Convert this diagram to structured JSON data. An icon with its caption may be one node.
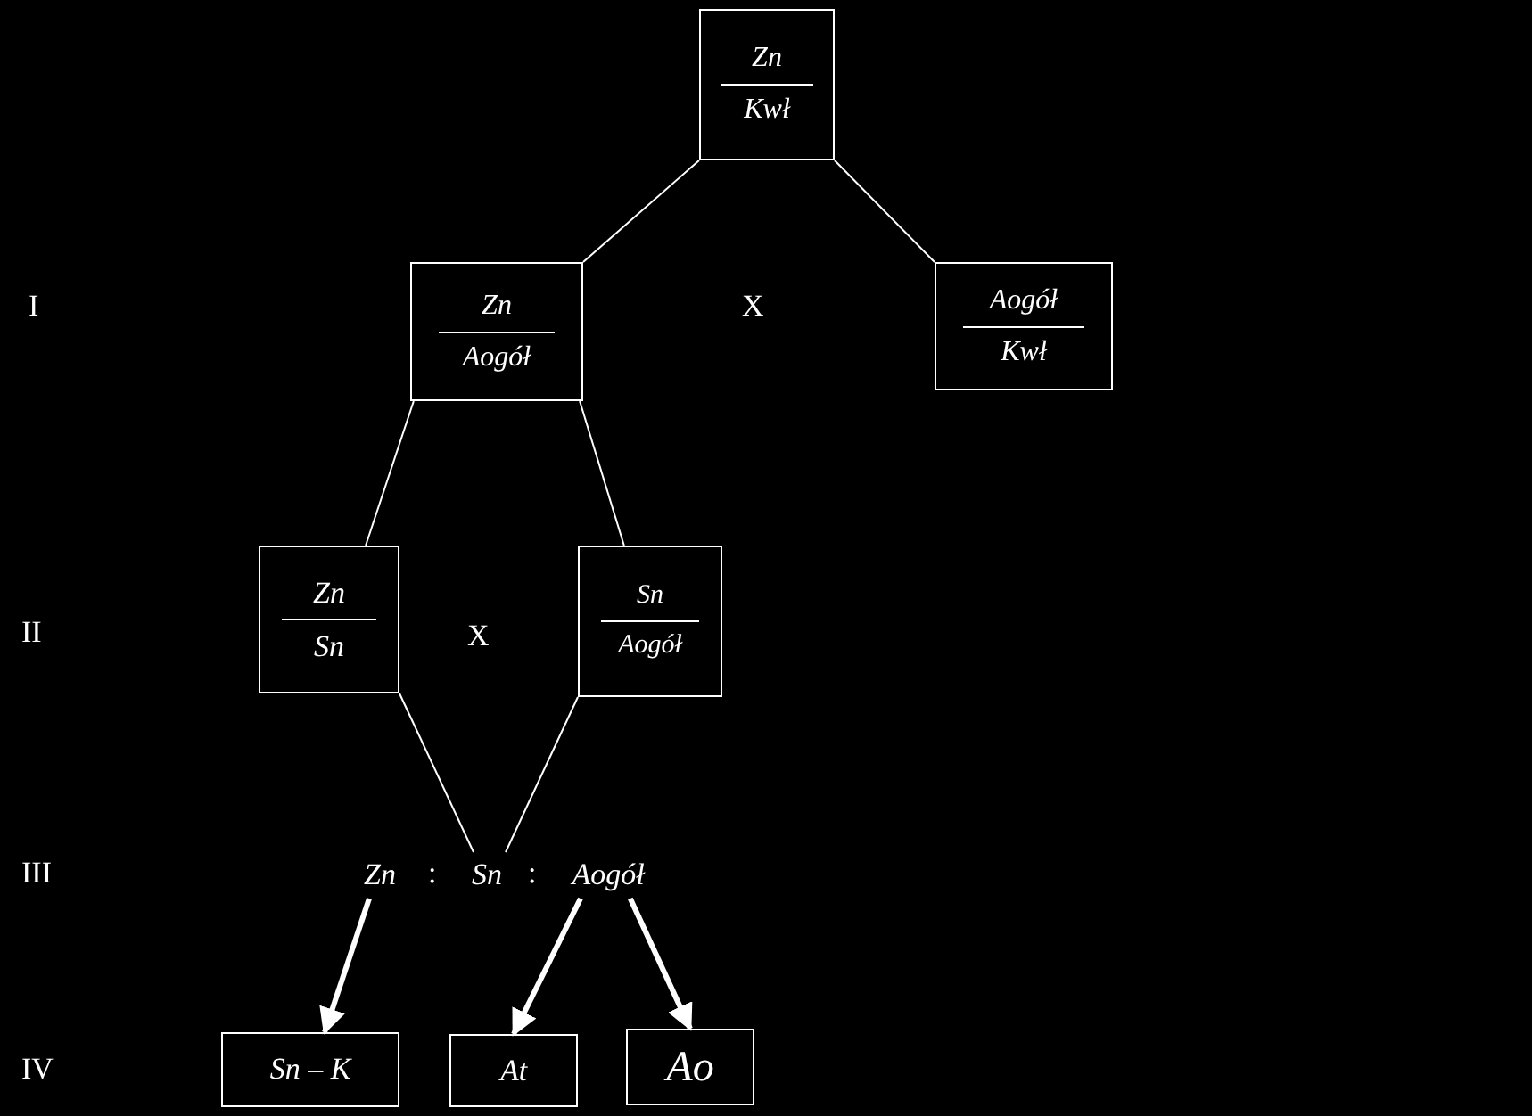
{
  "diagram": {
    "nodes": [
      {
        "text": [
          "Zn",
          "Kwł"
        ]
      },
      {
        "text": [
          "Zn",
          "Aogół"
        ]
      },
      {
        "text": [
          "Aogół",
          "Kwł"
        ]
      },
      {
        "text": [
          "Zn",
          "Sn"
        ]
      },
      {
        "text": [
          "Sn",
          "Aogół"
        ]
      },
      {
        "text": [
          "Zn"
        ]
      },
      {
        "text": [
          "Sn"
        ]
      },
      {
        "text": [
          "Aogół"
        ]
      },
      {
        "text": [
          "Sn – K"
        ]
      },
      {
        "text": [
          "At"
        ]
      },
      {
        "text": [
          "Ao"
        ]
      }
    ],
    "edges": [
      {
        "from": 0,
        "to": 1,
        "arrow": "none"
      },
      {
        "from": 0,
        "to": 2,
        "arrow": "none"
      },
      {
        "from": 1,
        "to": 3,
        "arrow": "none"
      },
      {
        "from": 1,
        "to": 4,
        "arrow": "none"
      },
      {
        "from": 3,
        "to": 6,
        "arrow": "none"
      },
      {
        "from": 4,
        "to": 6,
        "arrow": "none"
      },
      {
        "from": 5,
        "to": 8,
        "arrow": "to",
        "style": "thick"
      },
      {
        "from": 7,
        "to": 9,
        "arrow": "to",
        "style": "thick"
      },
      {
        "from": 7,
        "to": 10,
        "arrow": "to",
        "style": "thick"
      }
    ],
    "labels": [
      "I",
      "X",
      "II",
      "X",
      "III",
      ":",
      ":",
      "IV"
    ]
  }
}
